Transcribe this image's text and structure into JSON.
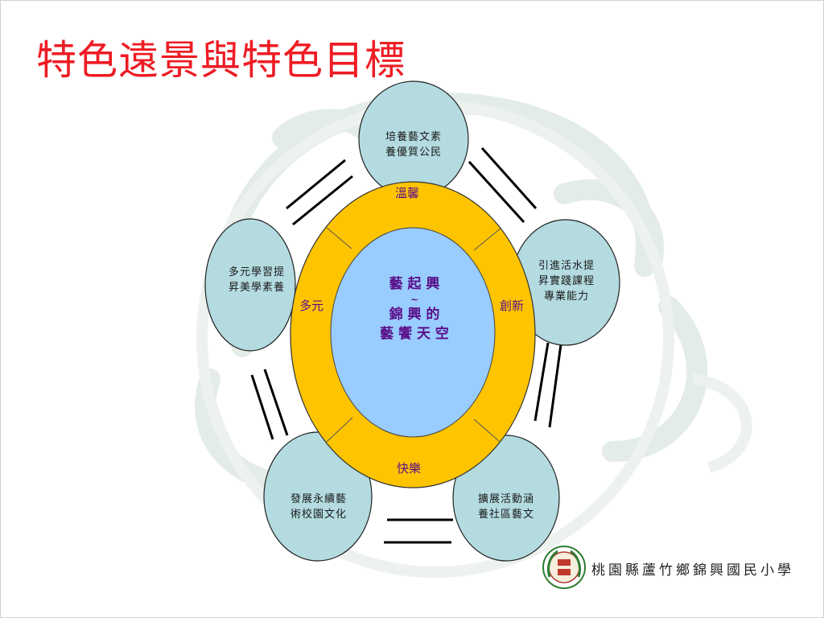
{
  "title": "特色遠景與特色目標",
  "center": {
    "line1": "藝  起  興",
    "line2": "~",
    "line3": "錦  興  的",
    "line4": "藝 饗 天 空"
  },
  "ring_labels": {
    "top": "溫馨",
    "left": "多元",
    "right": "創新",
    "bottom": "快樂"
  },
  "goals": {
    "top": [
      "培養藝文素",
      "養優質公民"
    ],
    "left": [
      "多元學習提",
      "昇美學素養"
    ],
    "right": [
      "引進活水提",
      "昇實踐課程",
      "專業能力"
    ],
    "bottom_left": [
      "發展永續藝",
      "術校園文化"
    ],
    "bottom_right": [
      "擴展活動涵",
      "養社區藝文"
    ]
  },
  "school_name": "桃園縣蘆竹鄉錦興國民小學",
  "colors": {
    "title": "#ee1c24",
    "ring": "#ffc400",
    "center_fill": "#99ccff",
    "goal_fill": "#b3dbe0",
    "label_text": "#5a0f8a"
  }
}
